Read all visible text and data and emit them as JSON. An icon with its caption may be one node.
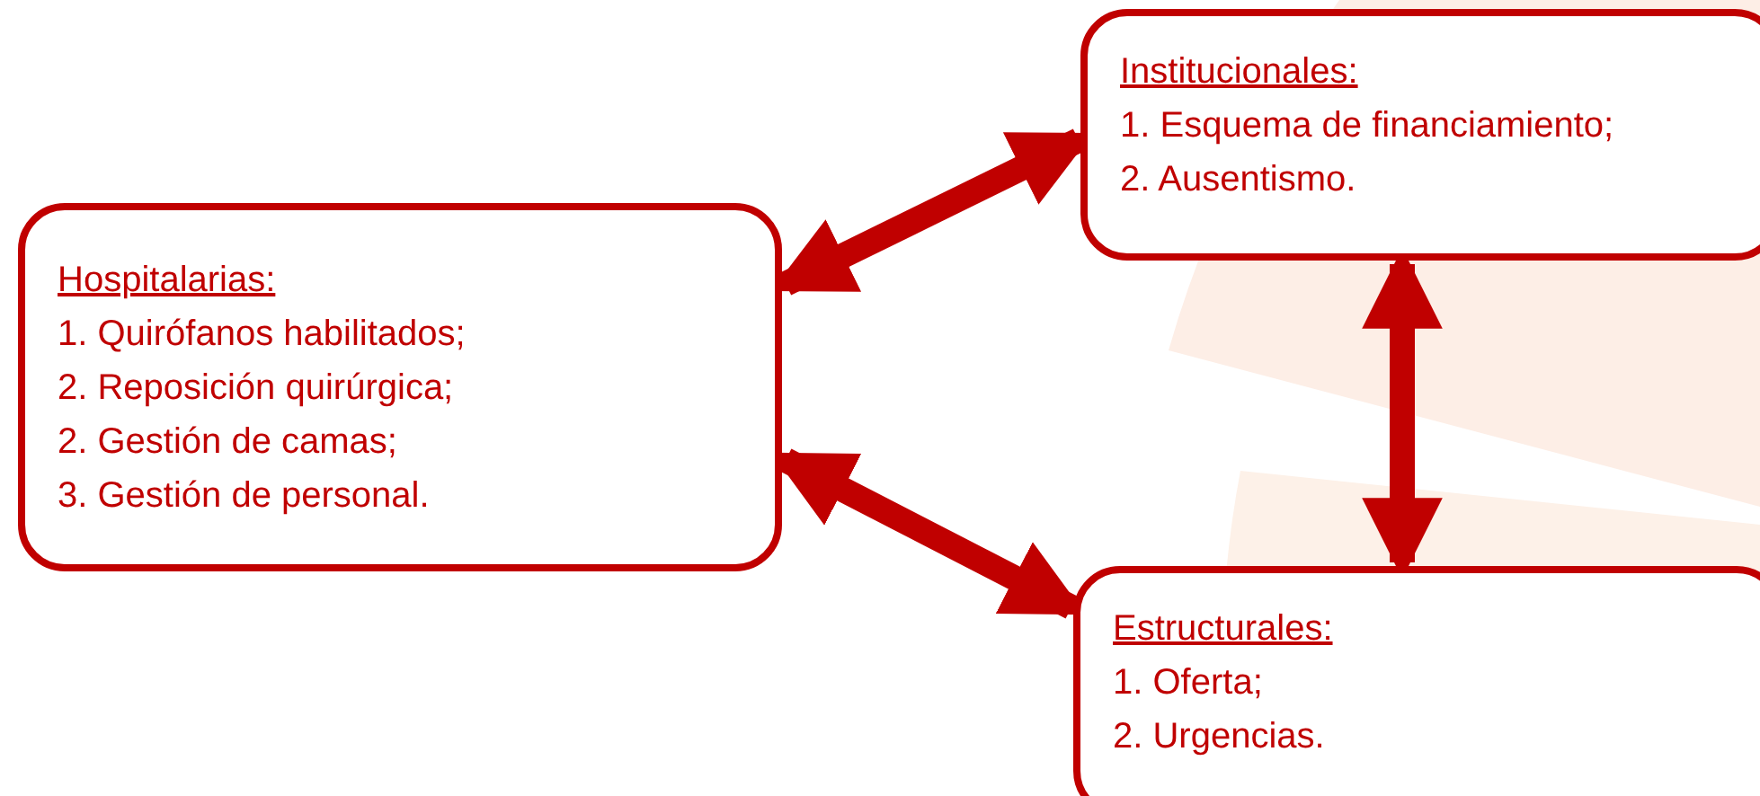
{
  "diagram": {
    "nodes": [
      {
        "text": [
          "Hospitalarias:",
          "1. Quirófanos habilitados;",
          "2. Reposición quirúrgica;",
          "2. Gestión de camas;",
          "3. Gestión de personal."
        ]
      },
      {
        "text": [
          "Institucionales:",
          "1. Esquema de financiamiento;",
          "2. Ausentismo."
        ]
      },
      {
        "text": [
          "Estructurales:",
          "1. Oferta;",
          "2. Urgencias."
        ]
      }
    ],
    "edges": [
      {
        "from": 0,
        "to": 1,
        "arrow": "both"
      },
      {
        "from": 0,
        "to": 2,
        "arrow": "both"
      },
      {
        "from": 1,
        "to": 2,
        "arrow": "both"
      }
    ]
  }
}
